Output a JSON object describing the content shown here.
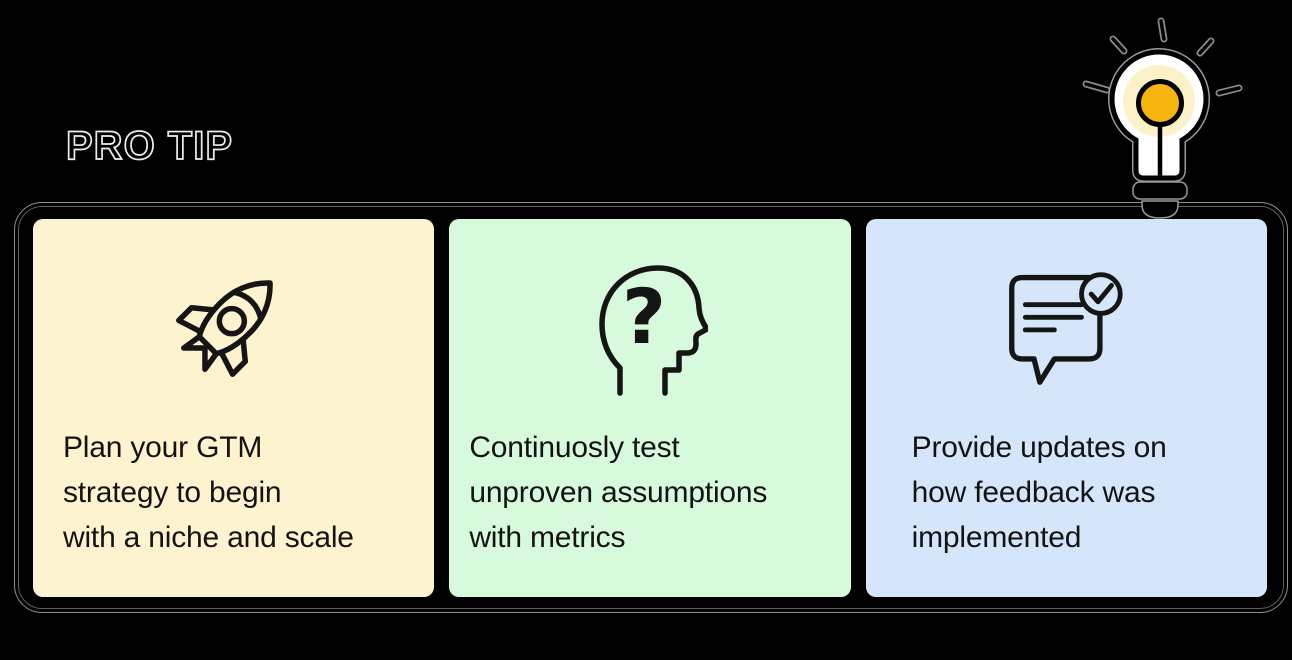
{
  "header": {
    "title": "PRO TIP"
  },
  "colors": {
    "background": "#000000",
    "board_outline": "#8f8f8f",
    "title_fill": "#000000",
    "title_outline": "#ededed",
    "icon_stroke": "#151515",
    "card_text": "#131313"
  },
  "hero_icon": {
    "name": "lightbulb-icon",
    "bulb_fill": "#ffffff",
    "glow_fill": "#fcf1c9",
    "core_fill": "#f6b40e"
  },
  "cards": [
    {
      "icon": "rocket-icon",
      "bg": "#fdf3cf",
      "lines": [
        "Plan your GTM",
        "strategy to begin",
        "with a niche and scale"
      ]
    },
    {
      "icon": "head-question-icon",
      "bg": "#d7fadc",
      "question_mark": "?",
      "lines": [
        "Continuosly test",
        "unproven assumptions",
        "with metrics"
      ]
    },
    {
      "icon": "chat-check-icon",
      "bg": "#d5e6fa",
      "lines": [
        "Provide updates on",
        "how feedback was",
        "implemented"
      ]
    }
  ]
}
